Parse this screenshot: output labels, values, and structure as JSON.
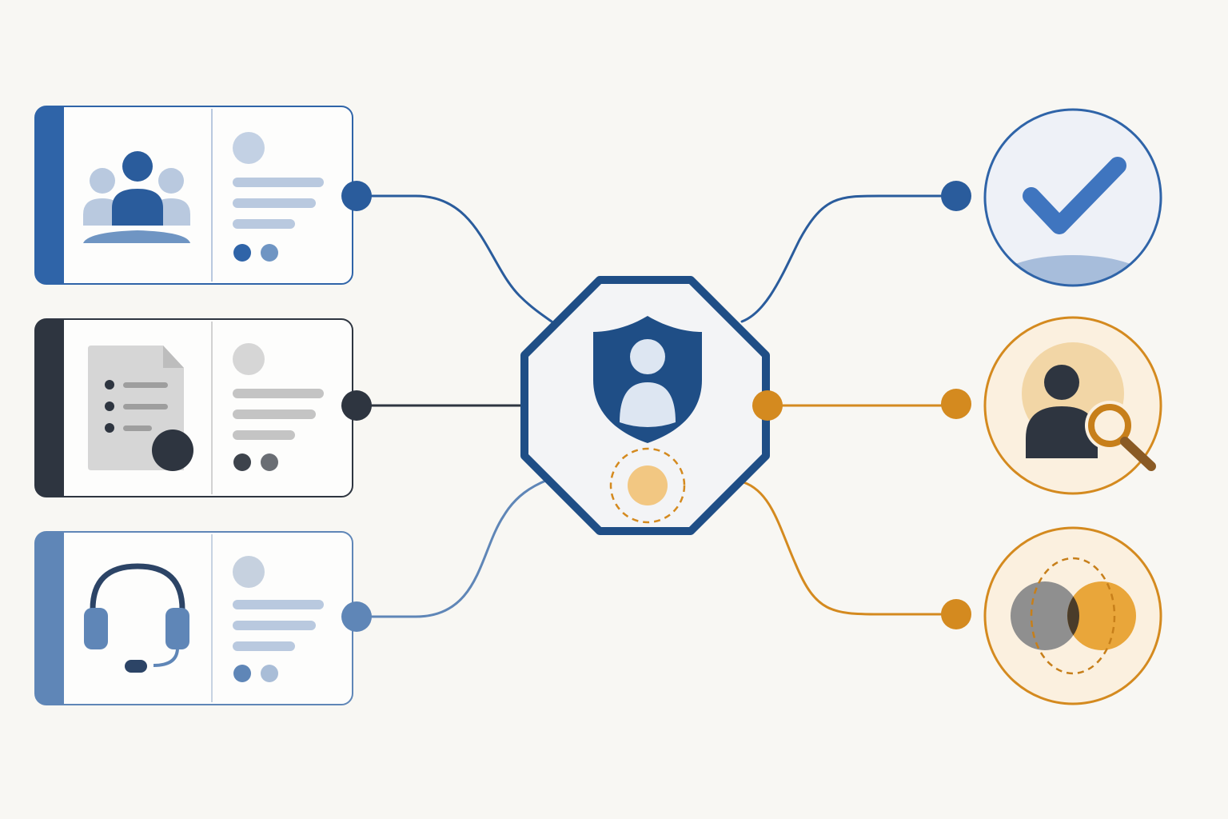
{
  "colors": {
    "background": "#f8f7f3",
    "blue_dark": "#1f4e86",
    "blue_mid": "#2f64a8",
    "blue_light": "#b9c9df",
    "blue_soft": "#5f86b7",
    "charcoal": "#2e3540",
    "gray_light": "#c9c9c9",
    "orange": "#d48a1f",
    "orange_soft": "#f2c782",
    "orange_bg": "#fbf0df"
  },
  "sources": [
    {
      "id": "team",
      "icon": "group-people-icon",
      "accent": "blue_mid"
    },
    {
      "id": "documents",
      "icon": "document-list-icon",
      "accent": "charcoal"
    },
    {
      "id": "support",
      "icon": "headset-icon",
      "accent": "blue_soft"
    }
  ],
  "hub": {
    "icon": "shield-user-icon",
    "badge": "orange-dashed-ring-icon"
  },
  "outcomes": [
    {
      "id": "verified",
      "icon": "checkmark-icon",
      "accent": "blue_mid"
    },
    {
      "id": "identity-search",
      "icon": "user-magnifier-icon",
      "accent": "orange"
    },
    {
      "id": "overlap",
      "icon": "venn-overlap-icon",
      "accent": "orange"
    }
  ]
}
